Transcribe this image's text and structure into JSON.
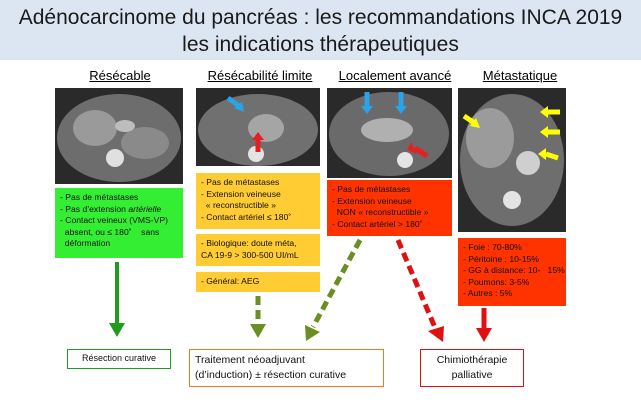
{
  "header": {
    "title_line1": "Adénocarcinome du pancréas : les recommandations INCA 2019",
    "title_line2": "les indications thérapeutiques"
  },
  "columns": [
    {
      "heading": "Résécable",
      "box": [
        "- Pas de métastases",
        "- Pas d’extension artérielle",
        "- Contact veineux (VMS-VP)",
        "  absent, ou ≤ 180˚    sans",
        "  déformation"
      ]
    },
    {
      "heading": "Résécabilité limite",
      "box": [
        "- Pas de métastases",
        "- Extension veineuse",
        "  « reconstructible »",
        "- Contact artériel ≤ 180˚"
      ],
      "box2": [
        "- Biologique: doute méta,",
        "CA 19-9 > 300-500 UI/mL"
      ],
      "box3": [
        "- Général: AEG"
      ]
    },
    {
      "heading": "Localement avancé",
      "box": [
        "- Pas de métastases",
        "- Extension veineuse",
        "  NON « reconstructible »",
        "- Contact artériel > 180˚"
      ]
    },
    {
      "heading": "Métastatique",
      "box": [
        "- Foie :  70-80%",
        "- Péritoine : 10-15%",
        "- GG à distance: 10-   15%",
        "- Poumons: 3-5%",
        "- Autres : 5%"
      ]
    }
  ],
  "outcomes": {
    "resection": "Résection curative",
    "neoadjuvant_line1": "Traitement néoadjuvant",
    "neoadjuvant_line2": "(d’induction) ± résection curative",
    "chemo_line1": "Chimiothérapie",
    "chemo_line2": "palliative"
  },
  "colors": {
    "green": "#33ee33",
    "yellow": "#ffcc33",
    "red": "#ff3300",
    "arrow_green": "#1e9c1e",
    "arrow_olive": "#6b8e23",
    "arrow_red": "#e01010"
  }
}
